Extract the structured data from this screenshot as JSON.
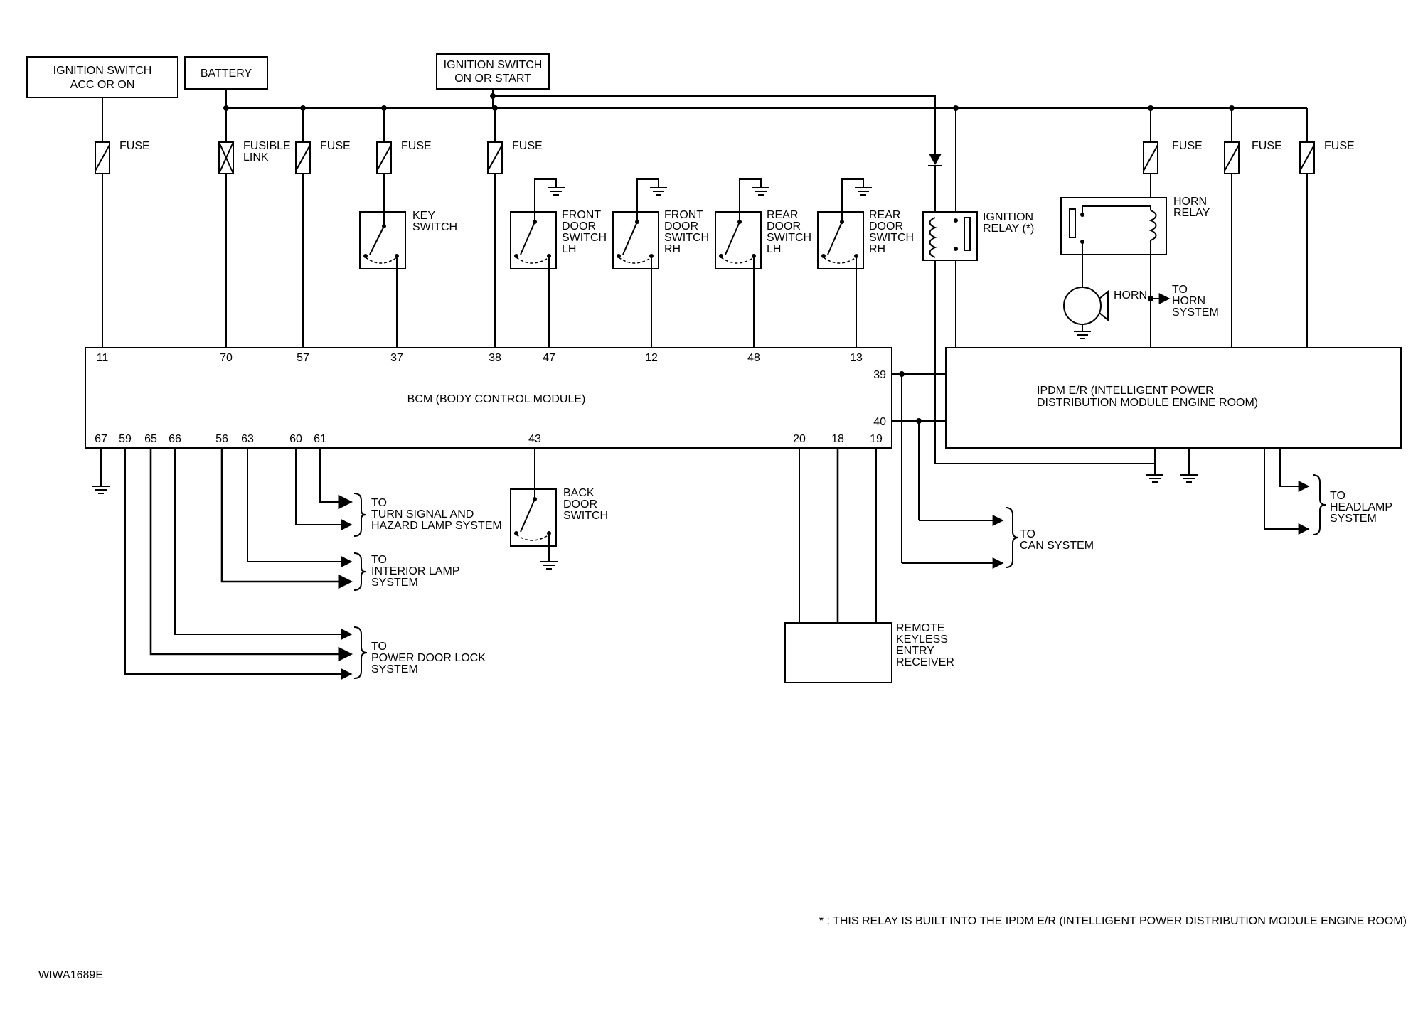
{
  "diagram": {
    "ign_acc": [
      "IGNITION SWITCH",
      "ACC OR ON"
    ],
    "battery": "BATTERY",
    "ign_start": [
      "IGNITION SWITCH",
      "ON OR START"
    ],
    "fuse": "FUSE",
    "fusible_link": [
      "FUSIBLE",
      "LINK"
    ],
    "key_switch": [
      "KEY",
      "SWITCH"
    ],
    "front_door_lh": [
      "FRONT",
      "DOOR",
      "SWITCH",
      "LH"
    ],
    "front_door_rh": [
      "FRONT",
      "DOOR",
      "SWITCH",
      "RH"
    ],
    "rear_door_lh": [
      "REAR",
      "DOOR",
      "SWITCH",
      "LH"
    ],
    "rear_door_rh": [
      "REAR",
      "DOOR",
      "SWITCH",
      "RH"
    ],
    "ignition_relay": [
      "IGNITION",
      "RELAY (*)"
    ],
    "horn_relay": [
      "HORN",
      "RELAY"
    ],
    "horn": "HORN",
    "to_horn": [
      "TO",
      "HORN",
      "SYSTEM"
    ],
    "bcm": "BCM (BODY CONTROL MODULE)",
    "ipdm": [
      "IPDM E/R (INTELLIGENT POWER",
      "DISTRIBUTION MODULE ENGINE ROOM)"
    ],
    "bcm_top_pins": [
      "11",
      "70",
      "57",
      "37",
      "38",
      "47",
      "12",
      "48",
      "13"
    ],
    "bcm_side_pins": [
      "39",
      "40"
    ],
    "bcm_bottom_pins": [
      "67",
      "59",
      "65",
      "66",
      "56",
      "63",
      "60",
      "61",
      "43",
      "20",
      "18",
      "19"
    ],
    "to_turn": [
      "TO",
      "TURN SIGNAL AND",
      "HAZARD LAMP SYSTEM"
    ],
    "to_interior": [
      "TO",
      "INTERIOR LAMP",
      "SYSTEM"
    ],
    "to_door_lock": [
      "TO",
      "POWER DOOR LOCK",
      "SYSTEM"
    ],
    "back_door": [
      "BACK",
      "DOOR",
      "SWITCH"
    ],
    "to_can": [
      "TO",
      "CAN SYSTEM"
    ],
    "to_headlamp": [
      "TO",
      "HEADLAMP",
      "SYSTEM"
    ],
    "rke": [
      "REMOTE",
      "KEYLESS",
      "ENTRY",
      "RECEIVER"
    ],
    "footnote": "* : THIS RELAY IS BUILT INTO THE IPDM E/R (INTELLIGENT POWER DISTRIBUTION MODULE ENGINE ROOM)",
    "figure_id": "WIWA1689E"
  }
}
